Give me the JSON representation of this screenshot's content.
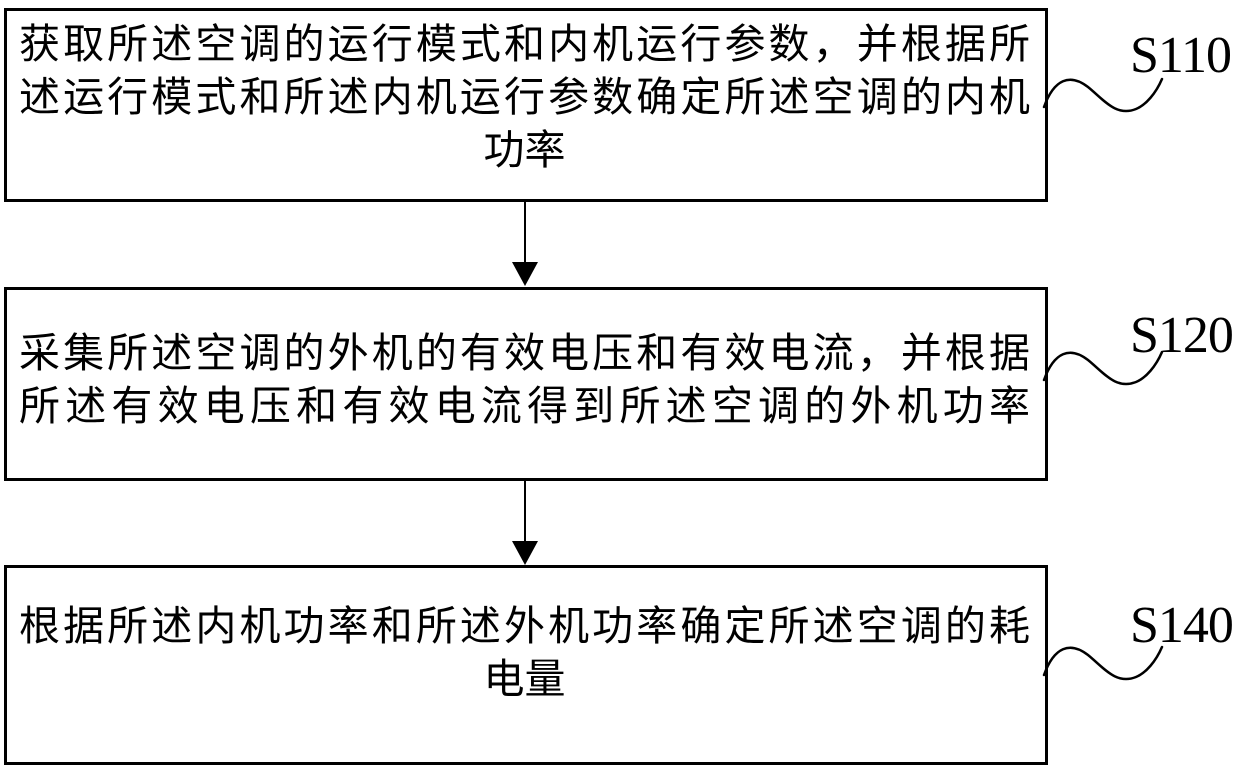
{
  "figure": {
    "type": "flowchart",
    "colors": {
      "line": "#000000",
      "text": "#000000",
      "background": "#ffffff"
    },
    "steps": [
      {
        "label": "S110",
        "lines": [
          "获取所述空调的运行模式和内机运行参数，并根据所",
          "述运行模式和所述内机运行参数确定所述空调的内机",
          "功率"
        ]
      },
      {
        "label": "S120",
        "lines": [
          "采集所述空调的外机的有效电压和有效电流，并根据",
          "所述有效电压和有效电流得到所述空调的外机功率"
        ]
      },
      {
        "label": "S140",
        "lines": [
          "根据所述内机功率和所述外机功率确定所述空调的耗",
          "电量"
        ]
      }
    ]
  }
}
